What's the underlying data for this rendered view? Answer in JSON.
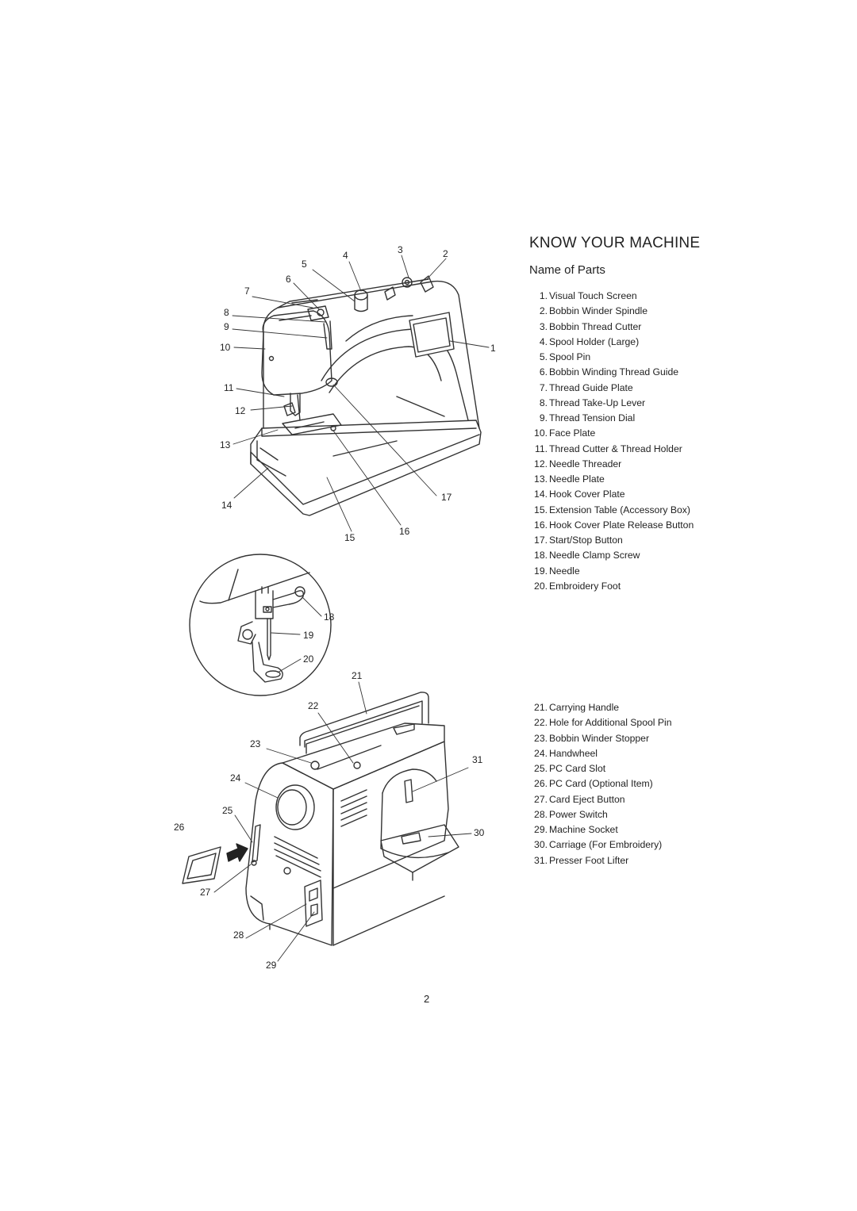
{
  "header": {
    "title": "KNOW YOUR MACHINE",
    "subtitle": "Name of Parts"
  },
  "parts_front": [
    {
      "num": "1.",
      "label": "Visual Touch Screen"
    },
    {
      "num": "2.",
      "label": "Bobbin Winder Spindle"
    },
    {
      "num": "3.",
      "label": "Bobbin Thread Cutter"
    },
    {
      "num": "4.",
      "label": "Spool Holder (Large)"
    },
    {
      "num": "5.",
      "label": "Spool Pin"
    },
    {
      "num": "6.",
      "label": "Bobbin Winding Thread Guide"
    },
    {
      "num": "7.",
      "label": "Thread Guide Plate"
    },
    {
      "num": "8.",
      "label": "Thread Take-Up Lever"
    },
    {
      "num": "9.",
      "label": "Thread Tension Dial"
    },
    {
      "num": "10.",
      "label": "Face Plate"
    },
    {
      "num": "11.",
      "label": "Thread Cutter & Thread Holder"
    },
    {
      "num": "12.",
      "label": "Needle Threader"
    },
    {
      "num": "13.",
      "label": "Needle Plate"
    },
    {
      "num": "14.",
      "label": "Hook Cover Plate"
    },
    {
      "num": "15.",
      "label": "Extension Table (Accessory Box)"
    },
    {
      "num": "16.",
      "label": "Hook Cover Plate Release Button"
    },
    {
      "num": "17.",
      "label": "Start/Stop Button"
    },
    {
      "num": "18.",
      "label": "Needle Clamp Screw"
    },
    {
      "num": "19.",
      "label": "Needle"
    },
    {
      "num": "20.",
      "label": "Embroidery  Foot"
    }
  ],
  "parts_back": [
    {
      "num": "21.",
      "label": "Carrying Handle"
    },
    {
      "num": "22.",
      "label": "Hole for Additional Spool Pin"
    },
    {
      "num": "23.",
      "label": "Bobbin Winder Stopper"
    },
    {
      "num": "24.",
      "label": "Handwheel"
    },
    {
      "num": "25.",
      "label": "PC Card Slot"
    },
    {
      "num": "26.",
      "label": "PC Card (Optional Item)"
    },
    {
      "num": "27.",
      "label": "Card Eject Button"
    },
    {
      "num": "28.",
      "label": "Power Switch"
    },
    {
      "num": "29.",
      "label": "Machine Socket"
    },
    {
      "num": "30.",
      "label": "Carriage (For Embroidery)"
    },
    {
      "num": "31.",
      "label": "Presser Foot Lifter"
    }
  ],
  "callouts": [
    "1",
    "2",
    "3",
    "4",
    "5",
    "6",
    "7",
    "8",
    "9",
    "10",
    "11",
    "12",
    "13",
    "14",
    "15",
    "16",
    "17",
    "18",
    "19",
    "20",
    "21",
    "22",
    "23",
    "24",
    "25",
    "26",
    "27",
    "28",
    "29",
    "30",
    "31"
  ],
  "footer": {
    "page_number": "2"
  }
}
